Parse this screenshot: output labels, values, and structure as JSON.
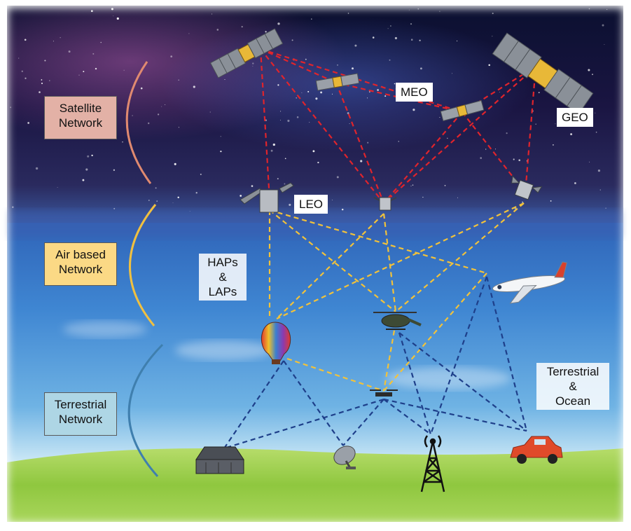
{
  "layers": {
    "satellite": {
      "line1": "Satellite",
      "line2": "Network",
      "fill": "#e3b1a6"
    },
    "air": {
      "line1": "Air based",
      "line2": "Network",
      "fill": "#fbd985"
    },
    "terrestrial": {
      "line1": "Terrestrial",
      "line2": "Network",
      "fill": "#aed6e5"
    }
  },
  "labels": {
    "meo": "MEO",
    "geo": "GEO",
    "leo": "LEO",
    "haps_line1": "HAPs",
    "haps_line2": "&",
    "haps_line3": "LAPs",
    "terr_line1": "Terrestrial",
    "terr_line2": "&",
    "terr_line3": "Ocean"
  },
  "colors": {
    "satellite_links": "#e0242c",
    "air_links": "#f2c23a",
    "ground_links": "#1e3f8a",
    "bracket_satellite": "#e08a70",
    "bracket_air": "#f0c040",
    "bracket_terrestrial": "#3f7fae"
  },
  "icons": [
    "satellite-icon",
    "balloon-icon",
    "helicopter-icon",
    "airplane-icon",
    "drone-icon",
    "building-icon",
    "dish-antenna-icon",
    "cell-tower-icon",
    "car-icon"
  ]
}
